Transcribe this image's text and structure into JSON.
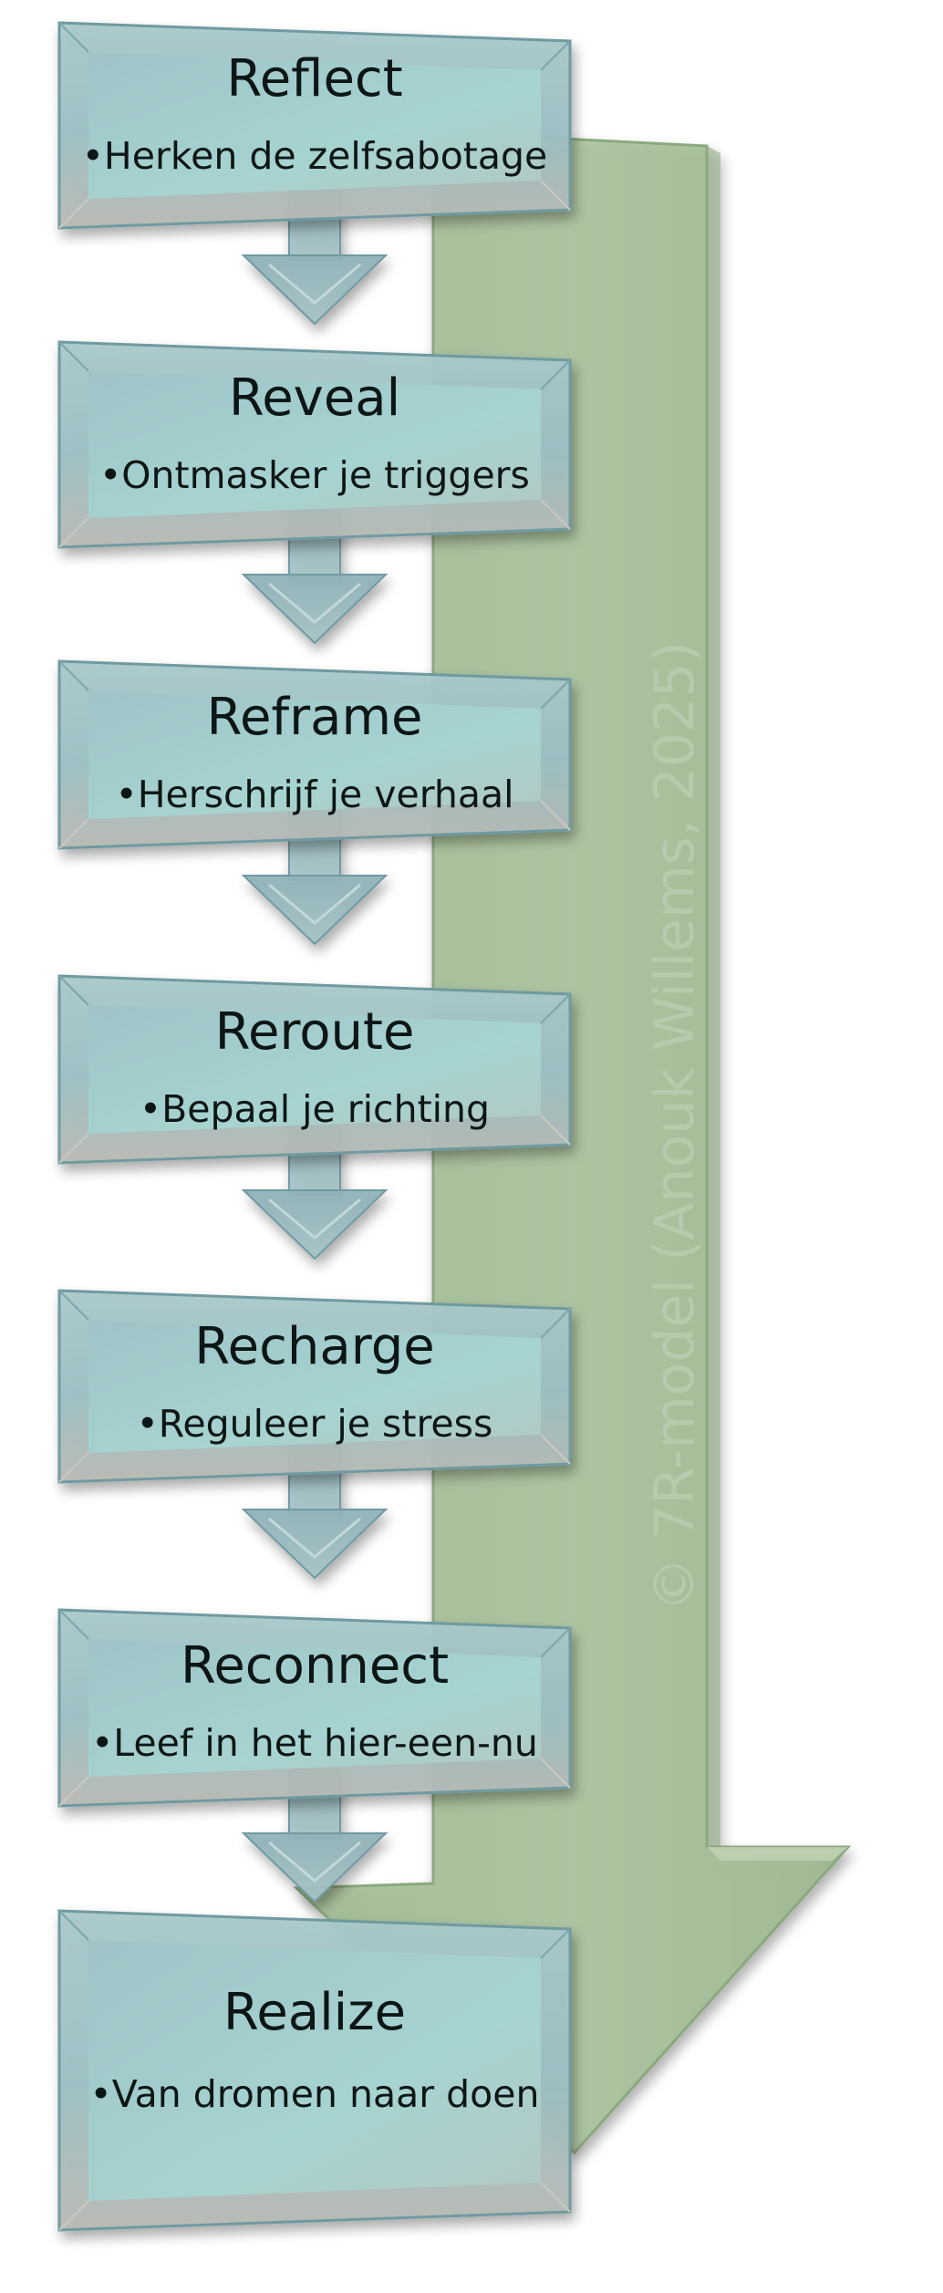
{
  "diagram": {
    "watermark": "© 7R-model (Anouk Willems, 2025)",
    "colors": {
      "box_fill": "#93b7bb",
      "box_light": "#b7d6d5",
      "box_edge": "#6f9aa1",
      "arrow_fill": "#a9c19b",
      "arrow_edge": "#7c9c73",
      "text": "#0f1316"
    },
    "steps": [
      {
        "title": "Reflect",
        "bullet": "•",
        "text": "Herken de zelfsabotage"
      },
      {
        "title": "Reveal",
        "bullet": "•",
        "text": "Ontmasker je triggers"
      },
      {
        "title": "Reframe",
        "bullet": "•",
        "text": "Herschrijf je verhaal"
      },
      {
        "title": "Reroute",
        "bullet": "•",
        "text": "Bepaal je richting"
      },
      {
        "title": "Recharge",
        "bullet": "•",
        "text": "Reguleer je stress"
      },
      {
        "title": "Reconnect",
        "bullet": "•",
        "text": "Leef in het hier-een-nu"
      },
      {
        "title": "Realize",
        "bullet": "•",
        "text": "Van dromen naar doen"
      }
    ]
  }
}
